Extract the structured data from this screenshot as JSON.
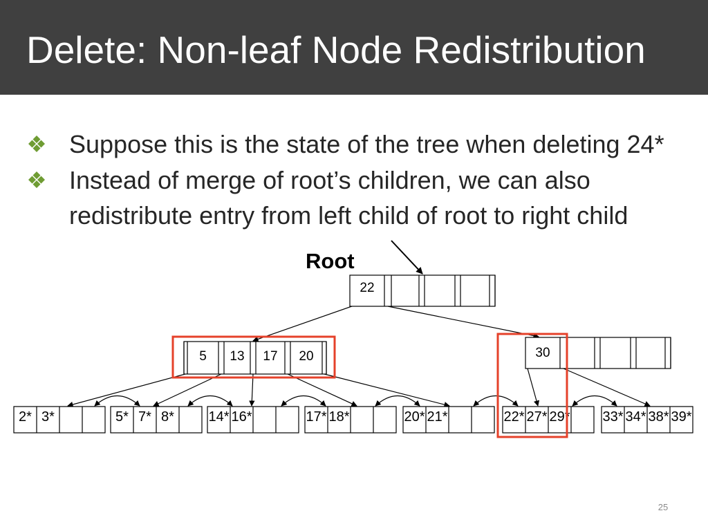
{
  "slide": {
    "title": "Delete: Non-leaf Node Redistribution",
    "page_number": "25"
  },
  "colors": {
    "header_bg": "#404040",
    "title_text": "#ffffff",
    "bullet_marker": "#6f9c33",
    "body_text": "#262626",
    "highlight": "#e5412a"
  },
  "bullets": [
    {
      "icon": "four-diamond-bullet-icon",
      "lines": [
        "Suppose this is the state of the tree when deleting 24*"
      ]
    },
    {
      "icon": "four-diamond-bullet-icon",
      "lines": [
        "Instead of merge of root’s children, we can also",
        "redistribute entry from left child of root to right child"
      ]
    }
  ],
  "tree": {
    "root_label": "Root",
    "root": {
      "keys": [
        "22"
      ]
    },
    "internal_nodes": [
      {
        "keys": [
          "5",
          "13",
          "17",
          "20"
        ]
      },
      {
        "keys": [
          "30"
        ]
      }
    ],
    "leaves": [
      {
        "entries": [
          "2*",
          "3*"
        ]
      },
      {
        "entries": [
          "5*",
          "7*",
          "8*"
        ]
      },
      {
        "entries": [
          "14*",
          "16*"
        ]
      },
      {
        "entries": [
          "17*",
          "18*"
        ]
      },
      {
        "entries": [
          "20*",
          "21*"
        ]
      },
      {
        "entries": [
          "22*",
          "27*",
          "29*"
        ]
      },
      {
        "entries": [
          "33*",
          "34*",
          "38*",
          "39*"
        ]
      }
    ]
  }
}
